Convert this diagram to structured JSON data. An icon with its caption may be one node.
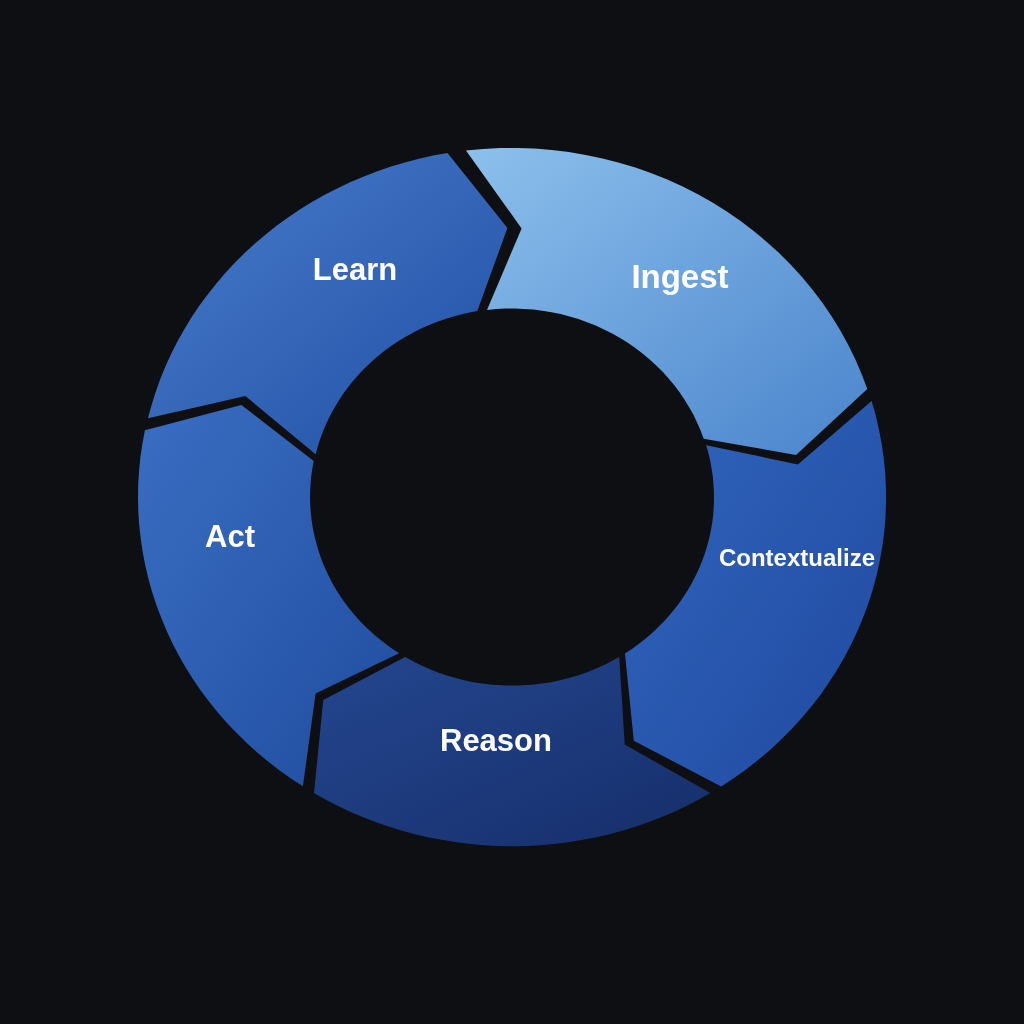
{
  "diagram": {
    "nodes": [
      {
        "text": [
          "Learn"
        ]
      },
      {
        "text": [
          "Ingest"
        ]
      },
      {
        "text": [
          "Contextualize"
        ]
      },
      {
        "text": [
          "Reason"
        ]
      },
      {
        "text": [
          "Act"
        ]
      }
    ]
  }
}
